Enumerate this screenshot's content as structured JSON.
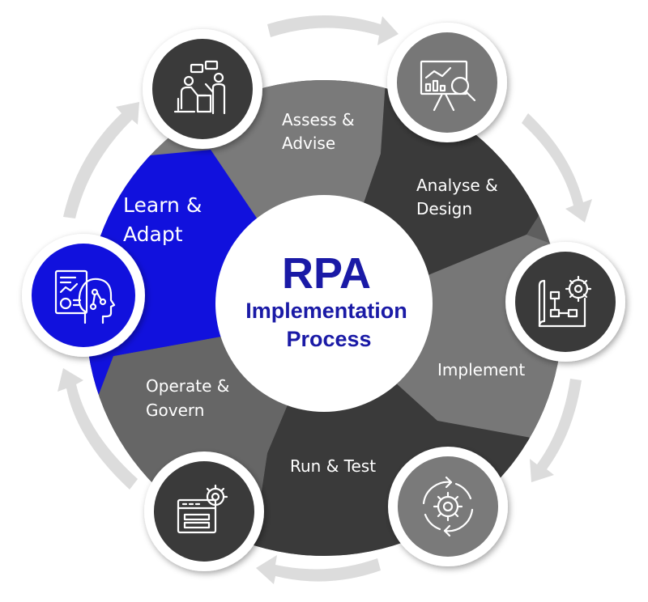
{
  "center": {
    "title": "RPA",
    "subtitle_line1": "Implementation",
    "subtitle_line2": "Process"
  },
  "stages": [
    {
      "id": "assess",
      "label_line1": "Assess &",
      "label_line2": "Advise",
      "icon": "meeting-icon",
      "active": false
    },
    {
      "id": "analyse",
      "label_line1": "Analyse &",
      "label_line2": "Design",
      "icon": "presentation-analysis-icon",
      "active": false
    },
    {
      "id": "implement",
      "label_line1": "Implement",
      "label_line2": "",
      "icon": "blueprint-gear-icon",
      "active": false
    },
    {
      "id": "run",
      "label_line1": "Run & Test",
      "label_line2": "",
      "icon": "cycle-gear-icon",
      "active": false
    },
    {
      "id": "operate",
      "label_line1": "Operate &",
      "label_line2": "Govern",
      "icon": "browser-gear-icon",
      "active": false
    },
    {
      "id": "learn",
      "label_line1": "Learn &",
      "label_line2": "Adapt",
      "icon": "ai-head-report-icon",
      "active": true
    }
  ],
  "colors": {
    "accent": "#1111dd",
    "dark_segment": "#3a3a3a",
    "mid_segment": "#5e5e5e",
    "light_segment": "#7a7a7a",
    "arrow": "#dcdcdc",
    "title": "#1a1aa6"
  }
}
